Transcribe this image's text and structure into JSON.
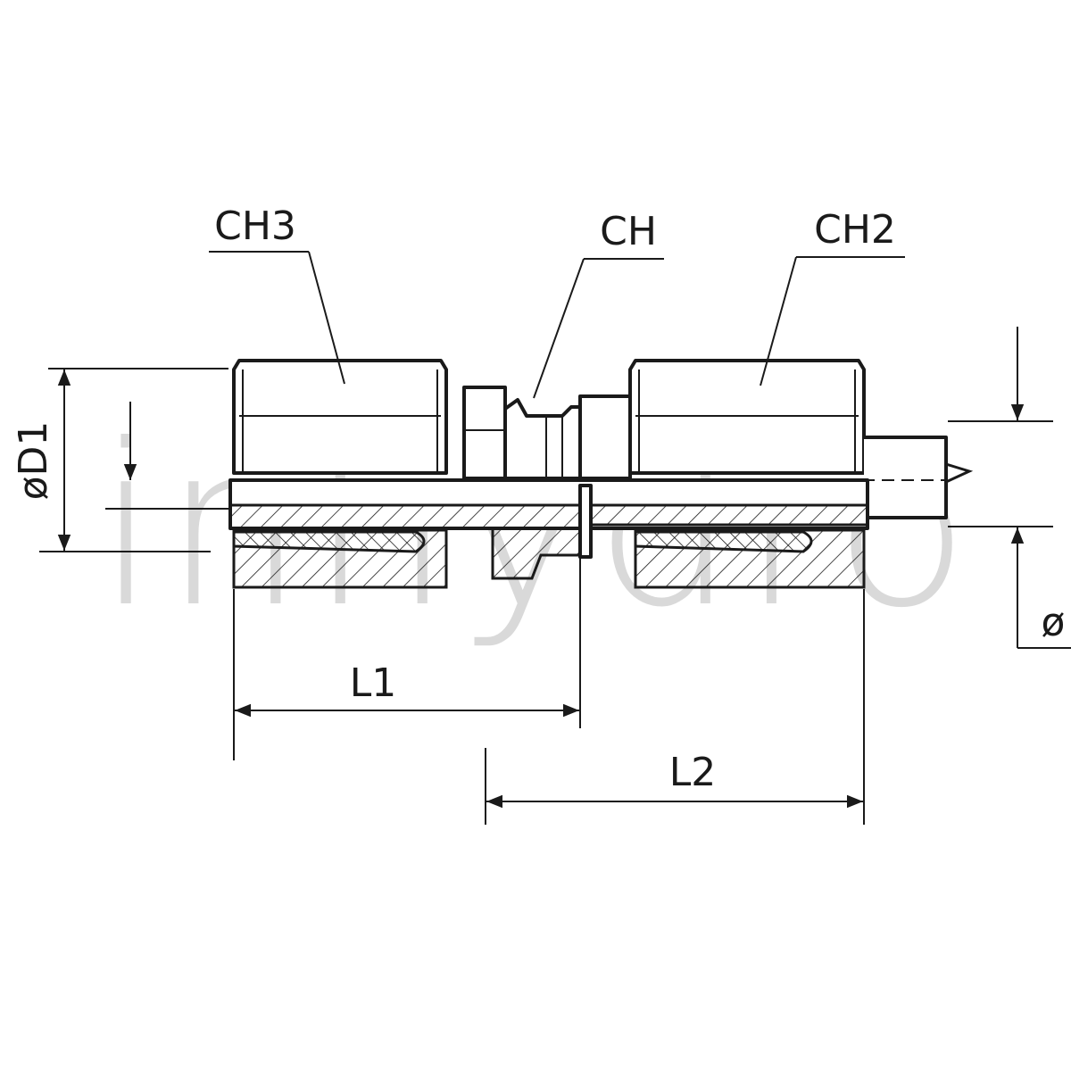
{
  "labels": {
    "ch3": "CH3",
    "ch": "CH",
    "ch2": "CH2",
    "od1": "øD1",
    "l1": "L1",
    "l2": "L2",
    "od": "ø"
  },
  "watermark": {
    "text": "inhydro",
    "color": "#d9d9d9"
  },
  "colors": {
    "line": "#1a1a1a",
    "background": "#ffffff"
  }
}
